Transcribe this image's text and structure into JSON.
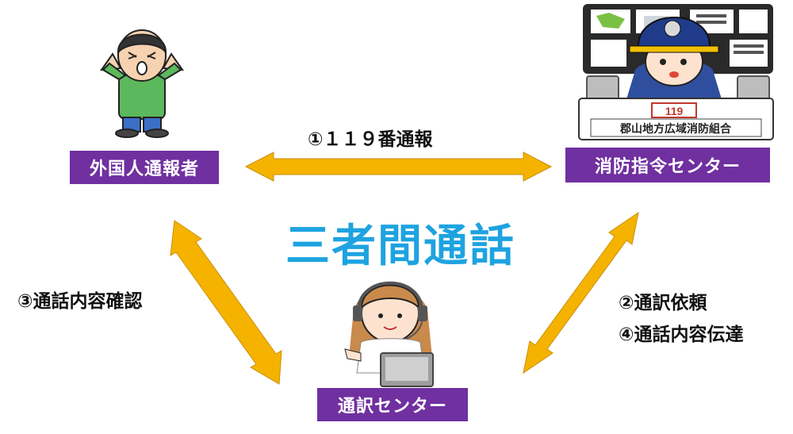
{
  "nodes": {
    "reporter": {
      "label": "外国人通報者"
    },
    "dispatch": {
      "label": "消防指令センター"
    },
    "interpreter": {
      "label": "通訳センター"
    }
  },
  "title": "三者間通話",
  "edges": {
    "call": "①１１９番通報",
    "request": "②通訳依頼",
    "relay": "④通話内容伝達",
    "confirm": "③通話内容確認"
  },
  "dispatch_sign": {
    "number": "119",
    "org": "郡山地方広域消防組合"
  },
  "colors": {
    "purple": "#7030a0",
    "arrow": "#f5b300",
    "title": "#1ea3e0"
  }
}
